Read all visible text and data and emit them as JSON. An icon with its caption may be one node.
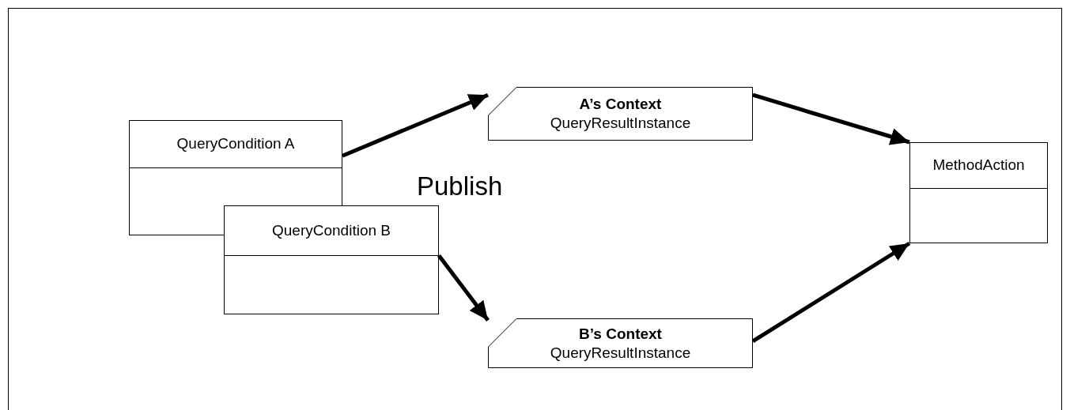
{
  "diagram": {
    "nodes": [
      {
        "text": [
          "QueryCondition A"
        ]
      },
      {
        "text": [
          "QueryCondition B"
        ]
      },
      {
        "text": [
          "A’s Context",
          "QueryResultInstance"
        ]
      },
      {
        "text": [
          "B’s Context",
          "QueryResultInstance"
        ]
      },
      {
        "text": [
          "MethodAction"
        ]
      }
    ],
    "edges": [
      {
        "from": 0,
        "to": 2,
        "arrow": "to"
      },
      {
        "from": 1,
        "to": 3,
        "arrow": "to"
      },
      {
        "from": 2,
        "to": 4,
        "arrow": "to"
      },
      {
        "from": 3,
        "to": 4,
        "arrow": "to"
      }
    ],
    "labels": [
      "Publish"
    ]
  }
}
